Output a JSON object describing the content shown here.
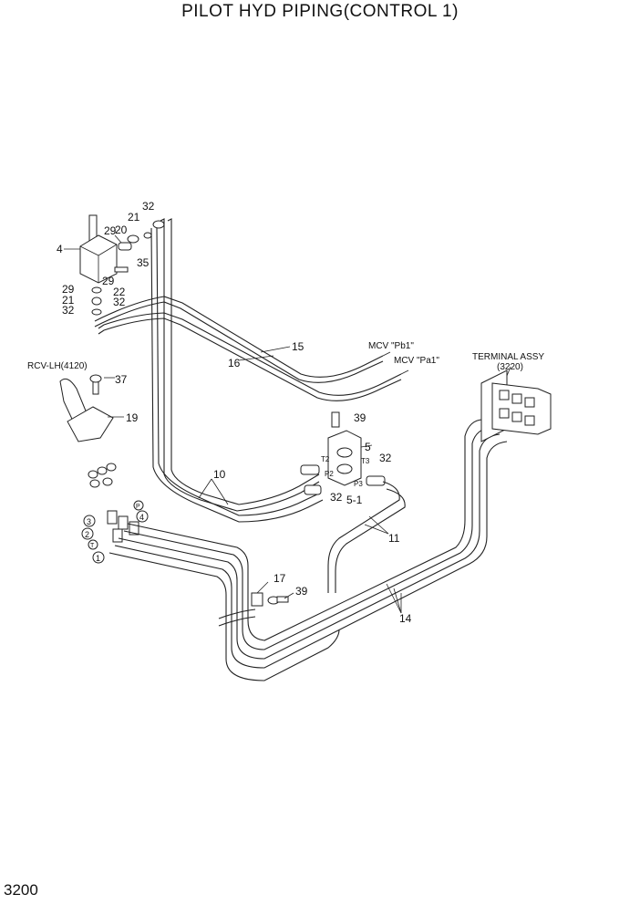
{
  "title": "PILOT HYD PIPING(CONTROL 1)",
  "page_number": "3200",
  "labels": {
    "rcv": "RCV-LH(4120)",
    "terminal_assy": "TERMINAL ASSY",
    "terminal_ref": "(3220)",
    "mcv_pb1": "MCV \"Pb1\"",
    "mcv_pa1": "MCV \"Pa1\"",
    "port_t2": "T2",
    "port_t3": "T3",
    "port_p2": "P2",
    "port_p3": "P3",
    "circle_p": "P",
    "circle_t": "T"
  },
  "callouts": {
    "n4": "4",
    "n20": "20",
    "n21a": "21",
    "n29a": "29",
    "n32a": "32",
    "n35": "35",
    "n29b": "29",
    "n22": "22",
    "n21b": "21",
    "n29c": "29",
    "n32b": "32",
    "n32c": "32",
    "n15": "15",
    "n16": "16",
    "n37": "37",
    "n19": "19",
    "n10": "10",
    "n39a": "39",
    "n5": "5",
    "n32d": "32",
    "n32e": "32",
    "n5_1": "5-1",
    "n11": "11",
    "n14": "14",
    "n17": "17",
    "n39b": "39",
    "c1": "1",
    "c2": "2",
    "c3": "3",
    "c4": "4"
  }
}
